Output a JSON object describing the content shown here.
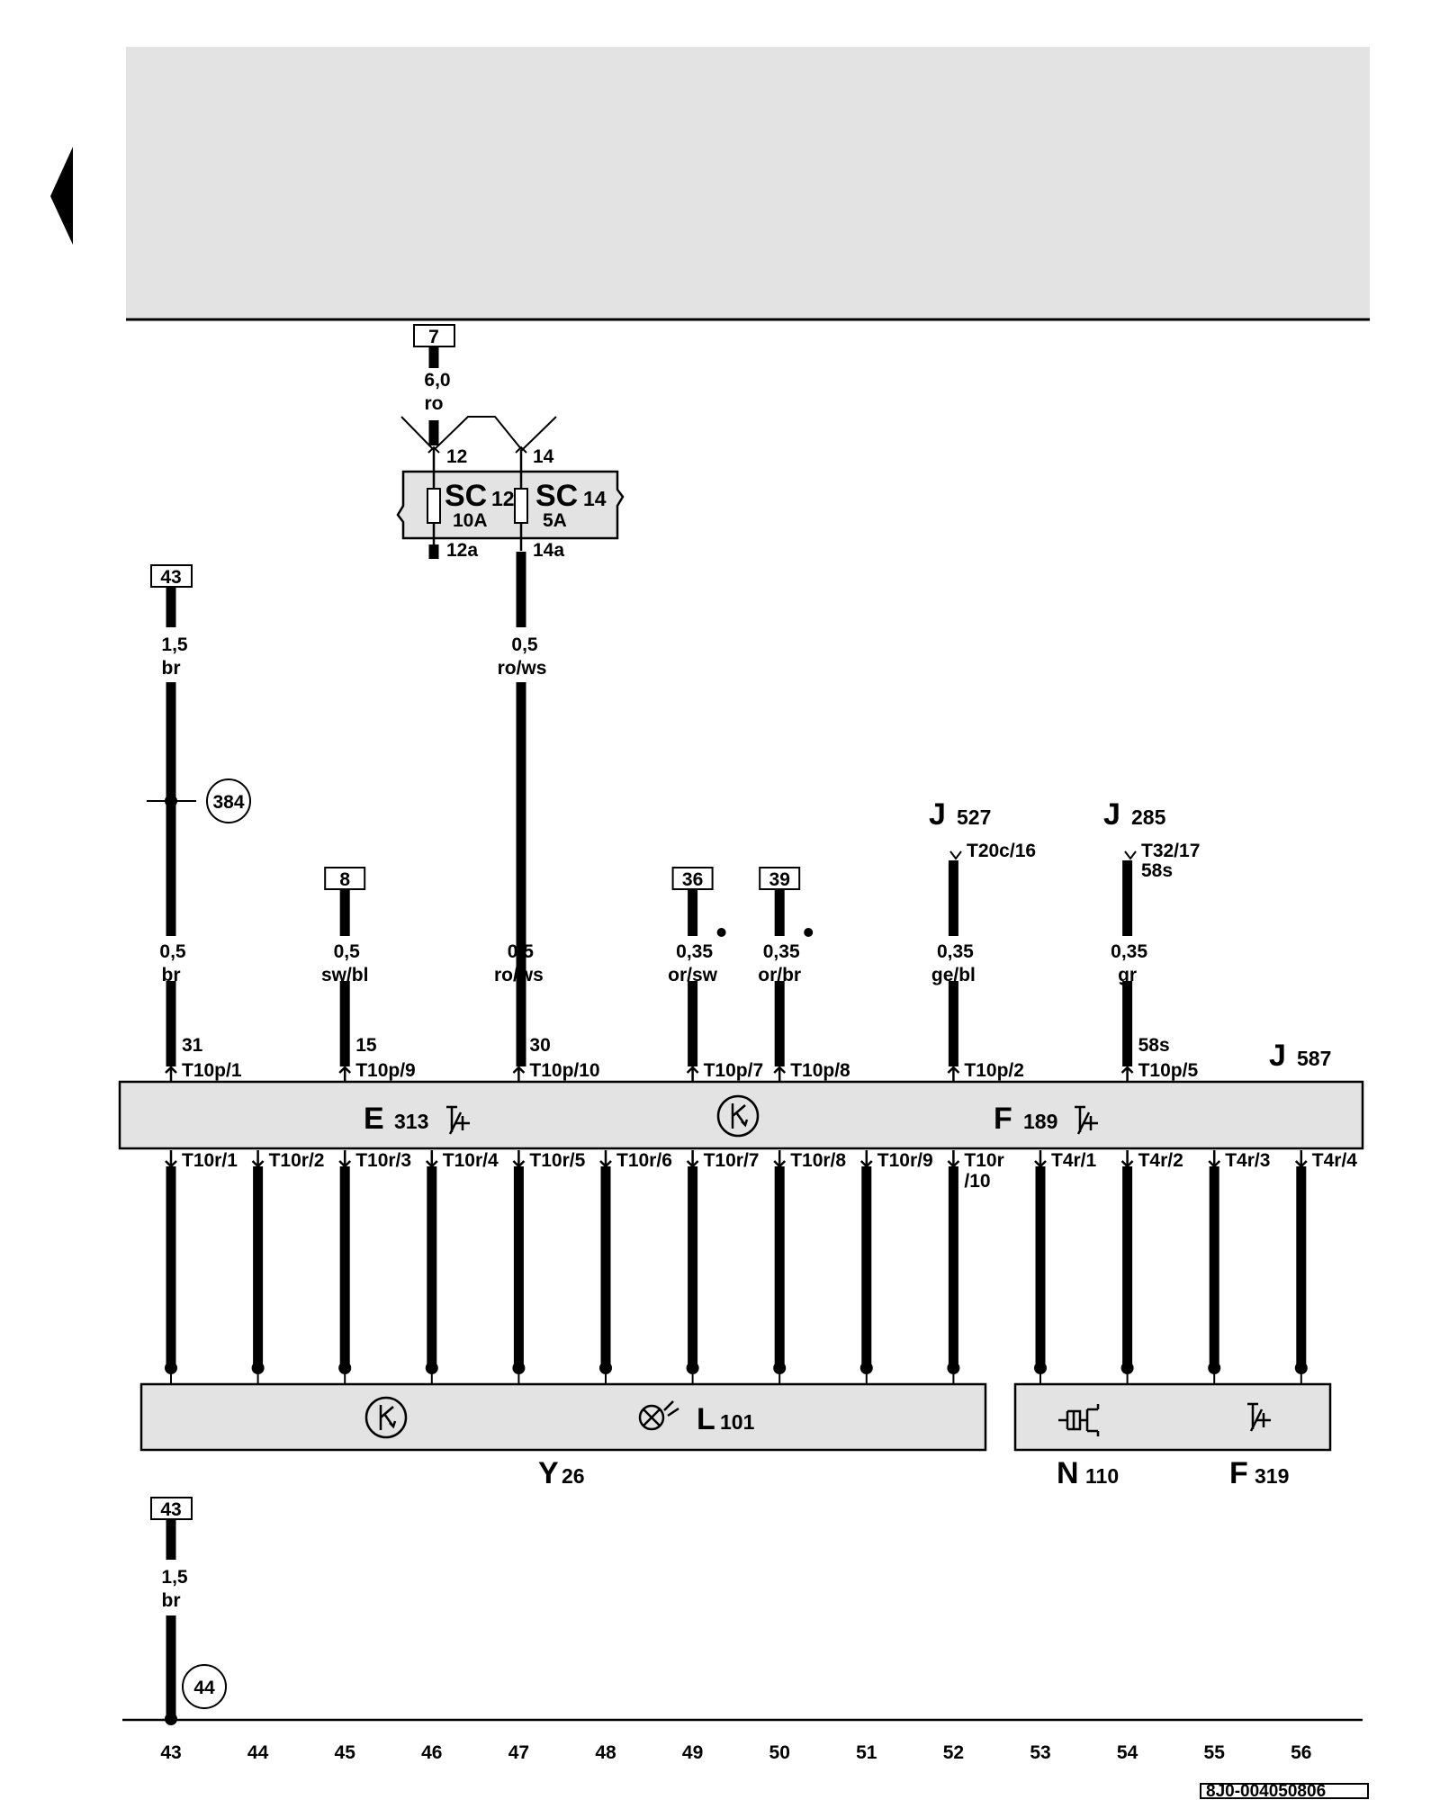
{
  "fuses": [
    {
      "name": "SC",
      "sub": "12",
      "rating": "10A",
      "pin_in": "12",
      "pin_out": "12a"
    },
    {
      "name": "SC",
      "sub": "14",
      "rating": "5A",
      "pin_in": "14",
      "pin_out": "14a"
    }
  ],
  "supply": {
    "ref": "7",
    "size": "6,0",
    "color": "ro"
  },
  "wire_to_fuse": {
    "size": "0,5",
    "color": "ro/ws"
  },
  "ground_top": {
    "ref": "43",
    "size": "1,5",
    "color": "br",
    "node": "384"
  },
  "ground_bottom": {
    "ref": "43",
    "size": "1,5",
    "color": "br",
    "node": "44"
  },
  "ext_components": [
    {
      "name": "J",
      "sub": "527",
      "pin": "T20c/16",
      "pin2": ""
    },
    {
      "name": "J",
      "sub": "285",
      "pin": "T32/17",
      "pin2": "58s"
    }
  ],
  "module_pins_top": [
    {
      "term": "31",
      "pin": "T10p/1",
      "size": "0,5",
      "color": "br",
      "ref": ""
    },
    {
      "term": "15",
      "pin": "T10p/9",
      "size": "0,5",
      "color": "sw/bl",
      "ref": "8"
    },
    {
      "term": "30",
      "pin": "T10p/10",
      "size": "0,5",
      "color": "ro/ws",
      "ref": ""
    },
    {
      "term": "",
      "pin": "T10p/7",
      "size": "0,35",
      "color": "or/sw",
      "ref": "36"
    },
    {
      "term": "",
      "pin": "T10p/8",
      "size": "0,35",
      "color": "or/br",
      "ref": "39"
    },
    {
      "term": "",
      "pin": "T10p/2",
      "size": "0,35",
      "color": "ge/bl",
      "ref": ""
    },
    {
      "term": "58s",
      "pin": "T10p/5",
      "size": "0,35",
      "color": "gr",
      "ref": ""
    }
  ],
  "module": {
    "name": "J",
    "sub": "587",
    "part1_name": "E",
    "part1_sub": "313",
    "part2_name": "F",
    "part2_sub": "189"
  },
  "module_pins_bottom": [
    "T10r/1",
    "T10r/2",
    "T10r/3",
    "T10r/4",
    "T10r/5",
    "T10r/6",
    "T10r/7",
    "T10r/8",
    "T10r/9",
    "T10r",
    "T4r/1",
    "T4r/2",
    "T4r/3",
    "T4r/4"
  ],
  "pin_extra": "/10",
  "bottom_comps": {
    "y_name": "Y",
    "y_sub": "26",
    "l_name": "L",
    "l_sub": "101",
    "n_name": "N",
    "n_sub": "110",
    "f_name": "F",
    "f_sub": "319"
  },
  "tracks": [
    "43",
    "44",
    "45",
    "46",
    "47",
    "48",
    "49",
    "50",
    "51",
    "52",
    "53",
    "54",
    "55",
    "56"
  ],
  "doc_code": "8J0-004050806"
}
